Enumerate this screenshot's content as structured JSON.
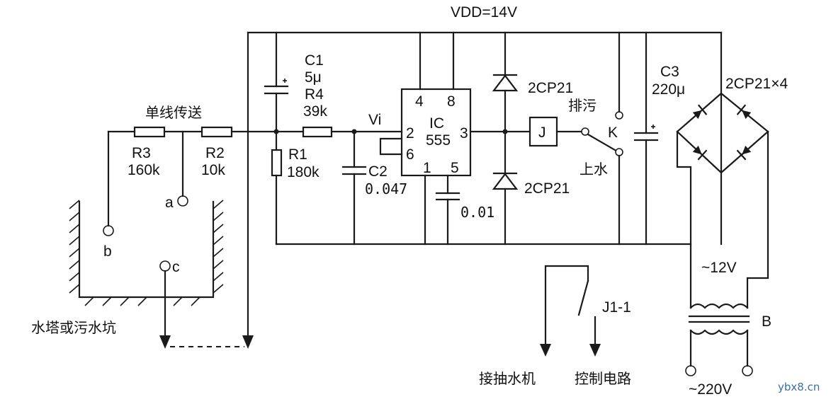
{
  "supply": {
    "vdd": "VDD=14V"
  },
  "labels": {
    "single_line": "单线传送",
    "tank": "水塔或污水坑",
    "pump": "接抽水机",
    "control": "控制电路",
    "drain": "排污",
    "fill": "上水",
    "ac12": "~12V",
    "ac220": "~220V",
    "watermark": "ybx8.cn"
  },
  "components": {
    "r3_name": "R3",
    "r3_val": "160k",
    "r2_name": "R2",
    "r2_val": "10k",
    "r1_name": "R1",
    "r1_val": "180k",
    "r4_name": "R4",
    "r4_val": "39k",
    "c1_name": "C1",
    "c1_val": "5μ",
    "c2_name": "C2",
    "c2_val": "0.047",
    "c5_val": "0.01",
    "c3_name": "C3",
    "c3_val": "220μ",
    "d_top": "2CP21",
    "d_bot": "2CP21",
    "bridge": "2CP21×4",
    "relay": "J",
    "switch": "K",
    "relay_contact": "J1-1",
    "transformer": "B",
    "vi": "Vi"
  },
  "ic": {
    "name": "IC",
    "part": "555",
    "pin4": "4",
    "pin8": "8",
    "pin2": "2",
    "pin6": "6",
    "pin3": "3",
    "pin1": "1",
    "pin5": "5"
  },
  "probes": {
    "a": "a",
    "b": "b",
    "c": "c"
  }
}
